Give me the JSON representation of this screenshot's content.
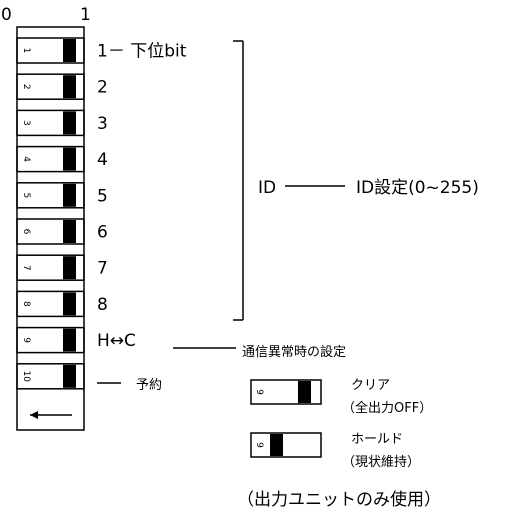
{
  "header": {
    "left": "0",
    "right": "1"
  },
  "switches": [
    {
      "num": "1",
      "label": "1－ 下位bit"
    },
    {
      "num": "2",
      "label": "2"
    },
    {
      "num": "3",
      "label": "3"
    },
    {
      "num": "4",
      "label": "4"
    },
    {
      "num": "5",
      "label": "5"
    },
    {
      "num": "6",
      "label": "6"
    },
    {
      "num": "7",
      "label": "7"
    },
    {
      "num": "8",
      "label": "8"
    },
    {
      "num": "9",
      "label": "H↔C"
    },
    {
      "num": "10",
      "label": ""
    }
  ],
  "reserved_label": "予約",
  "id_group": {
    "label": "ID",
    "desc": "ID設定(0~255)"
  },
  "comm_desc": "通信異常時の設定",
  "legend": [
    {
      "num": "9",
      "line1": "クリア",
      "line2": "（全出力OFF）"
    },
    {
      "num": "9",
      "line1": "ホールド",
      "line2": "（現状維持）"
    }
  ],
  "footnote": "（出力ユニットのみ使用）"
}
